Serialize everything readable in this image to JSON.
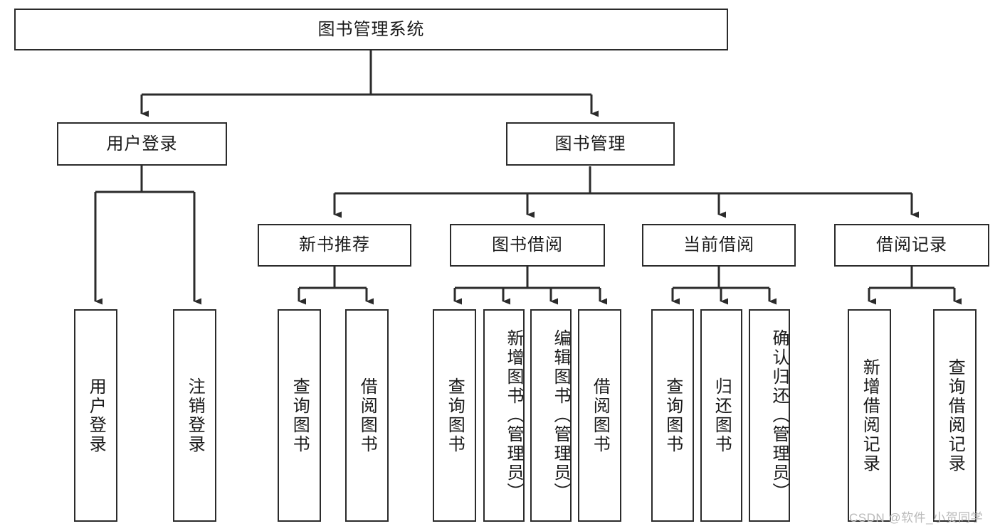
{
  "diagram": {
    "type": "tree-hierarchy",
    "title": "图书管理系统",
    "orientation": "top-down",
    "colors": {
      "stroke": "#2b2b2b",
      "fill": "#ffffff",
      "text": "#1a1a1a",
      "watermark": "#b9b9b9"
    },
    "root": {
      "id": "root",
      "label": "图书管理系统"
    },
    "level1": [
      {
        "id": "user-login",
        "label": "用户登录"
      },
      {
        "id": "book-manage",
        "label": "图书管理"
      }
    ],
    "level2": [
      {
        "id": "new-book-recommend",
        "label": "新书推荐",
        "parent": "book-manage"
      },
      {
        "id": "book-borrow",
        "label": "图书借阅",
        "parent": "book-manage"
      },
      {
        "id": "current-borrow",
        "label": "当前借阅",
        "parent": "book-manage"
      },
      {
        "id": "borrow-record",
        "label": "借阅记录",
        "parent": "book-manage"
      }
    ],
    "leaves": {
      "user-login": [
        {
          "id": "leaf-user-login",
          "label": "用户登录"
        },
        {
          "id": "leaf-logout",
          "label": "注销登录"
        }
      ],
      "new-book-recommend": [
        {
          "id": "leaf-query-book-1",
          "label": "查询图书"
        },
        {
          "id": "leaf-borrow-book-1",
          "label": "借阅图书"
        }
      ],
      "book-borrow": [
        {
          "id": "leaf-query-book-2",
          "label": "查询图书"
        },
        {
          "id": "leaf-add-book",
          "label": "新增图书（管理员）"
        },
        {
          "id": "leaf-edit-book",
          "label": "编辑图书（管理员）"
        },
        {
          "id": "leaf-borrow-book-2",
          "label": "借阅图书"
        }
      ],
      "current-borrow": [
        {
          "id": "leaf-query-book-3",
          "label": "查询图书"
        },
        {
          "id": "leaf-return-book",
          "label": "归还图书"
        },
        {
          "id": "leaf-confirm-return",
          "label": "确认归还（管理员）"
        }
      ],
      "borrow-record": [
        {
          "id": "leaf-add-record",
          "label": "新增借阅记录"
        },
        {
          "id": "leaf-query-record",
          "label": "查询借阅记录"
        }
      ]
    }
  },
  "watermark": {
    "text": "CSDN @软件_小贺同学"
  }
}
